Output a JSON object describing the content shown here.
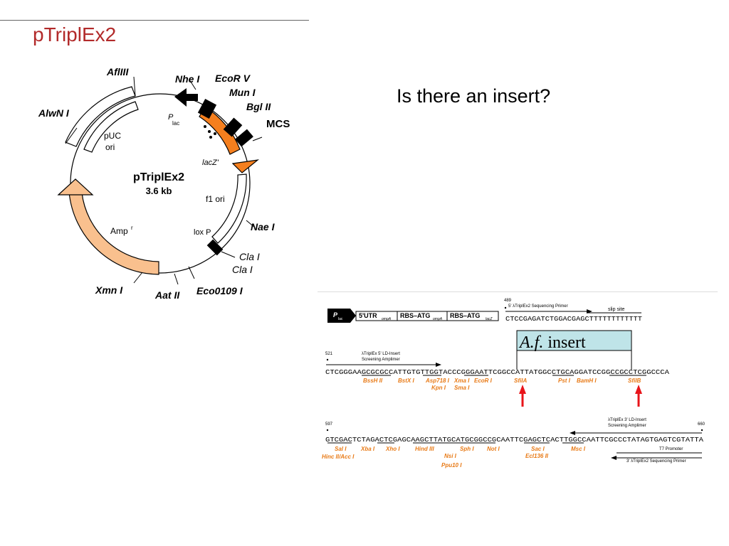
{
  "slide": {
    "title": "pTriplEx2",
    "question": "Is there an insert?"
  },
  "plasmid": {
    "name": "pTriplEx2",
    "size": "3.6 kb",
    "sites": {
      "afl": "AflIII",
      "nhe": "Nhe I",
      "ecorv": "EcoR V",
      "mun": "Mun I",
      "bgl": "Bgl II",
      "mcs": "MCS",
      "alwn": "AlwN I",
      "nae": "Nae I",
      "cla1": "Cla I",
      "cla2": "Cla I",
      "eco0109": "Eco0109 I",
      "aat": "Aat II",
      "xmn": "Xmn I"
    },
    "features": {
      "puc": "pUC",
      "ori": "ori",
      "plac": "P",
      "plac_sub": "lac",
      "lacz": "lacZ'",
      "f1ori": "f1 ori",
      "amp": "Amp",
      "amp_sup": "r",
      "loxp": "lox P"
    },
    "colors": {
      "orange": "#f57f1e",
      "amp": "#f9c08e",
      "black": "#000000"
    }
  },
  "sequence": {
    "pos_489": "489",
    "primer5": "5' λTriplEx2 Sequencing Primer",
    "slip_site": "slip site",
    "plac_label": "P",
    "plac_sub": "lac",
    "box1": "5'UTR",
    "box1_sub": "ompA",
    "box2": "RBS–ATG",
    "box2_sub": "ompA",
    "box3": "RBS–ATG",
    "box3_sub": "lacZ",
    "seq1": "CTCCGAGATCTGGACGAGCTTTTTTTTTTTT",
    "insert_label_italic": "A.f.",
    "insert_label": " insert",
    "pos_521": "521",
    "ld5_line1": "λTriplEx 5' LD-Insert",
    "ld5_line2": "Screening Amplimer",
    "seq2": "CTCGGGAAGCGCGCCATTGTGTTGGTACCCGGGAATTCGGCCATTATGGCCTGCAGGATCCGGCCGCCTCGGCCCA",
    "enz_row2": [
      "BssH II",
      "BstX I",
      "Asp718 I",
      "Xma I",
      "EcoR I",
      "SfiIA",
      "Pst I",
      "BamH I",
      "SfiIB"
    ],
    "enz_row2b": [
      "Kpn I",
      "Sma I"
    ],
    "pos_597": "597",
    "pos_660": "660",
    "ld3_line1": "λTriplEx 3' LD-Insert",
    "ld3_line2": "Screening Amplimer",
    "seq3": "GTCGACTCTAGACTCGAGCAAGCTTATGCATGCGGCCGCAATTCGAGCTCACTTGGCCAATTCGCCCTATAGTGAGTCGTATTA",
    "enz_row3": [
      "Sal I",
      "Xba I",
      "Xho I",
      "Hind III",
      "Sph I",
      "Not I",
      "Sac I",
      "Msc I"
    ],
    "enz_row3b": [
      "Hinc II/Acc I",
      "Nsi I",
      "Ecl136 II"
    ],
    "enz_row3c": [
      "Ppu10 I"
    ],
    "t7": "T7 Promoter",
    "primer3": "3' λTriplEx2 Sequencing Primer",
    "colors": {
      "enzyme": "#e87a16",
      "insert_box": "#bfe4e8",
      "arrow": "#e8141a"
    }
  }
}
